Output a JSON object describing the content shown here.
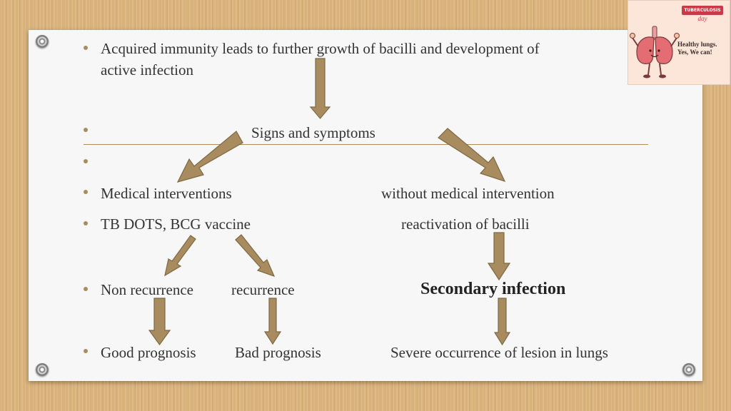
{
  "items": {
    "line1": "Acquired immunity leads to further growth of bacilli and development of",
    "line1b": "active infection",
    "signs": "Signs and symptoms",
    "medical": "Medical interventions",
    "without": "without medical intervention",
    "tbdots": "TB DOTS, BCG vaccine",
    "reactivation": "reactivation of bacilli",
    "nonrecurrence": "Non recurrence",
    "recurrence": "recurrence",
    "secondary": "Secondary infection",
    "good": "Good prognosis",
    "bad": "Bad prognosis",
    "severe": "Severe occurrence of lesion in lungs"
  },
  "badge": {
    "banner": "TUBERCULOSIS",
    "day": "day",
    "message_line1": "Healthy lungs.",
    "message_line2": "Yes, We can!"
  },
  "colors": {
    "arrow_fill": "#a88c60",
    "arrow_stroke": "#7e6842",
    "bullet": "#a68d5e",
    "rule": "#b08a58",
    "banner": "#c83a48"
  }
}
